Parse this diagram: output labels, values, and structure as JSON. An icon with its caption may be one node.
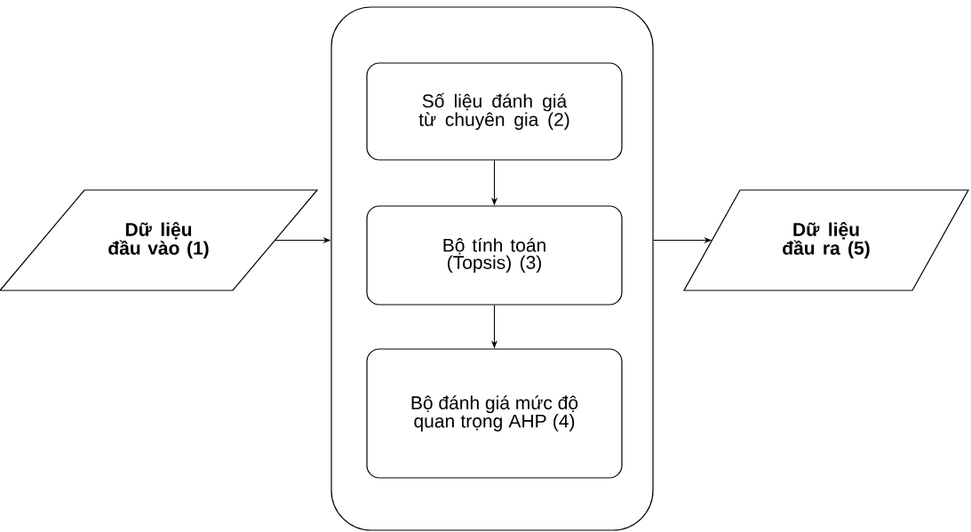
{
  "diagram": {
    "nodes": [
      {
        "text": [
          "Dữ liệu đầu vào (1)"
        ]
      },
      {
        "text": [],
        "shape": "box"
      },
      {
        "text": [
          "Số liệu đánh giá từ chuyên gia (2)"
        ],
        "in": 1
      },
      {
        "text": [
          "Bộ tính toán (Topsis) (3)"
        ],
        "in": 1
      },
      {
        "text": [
          "Bộ đánh giá mức độ quan trọng AHP (4)"
        ],
        "in": 1
      },
      {
        "text": [
          "Dữ liệu đầu ra (5)"
        ]
      }
    ],
    "edges": [
      {
        "from": 0,
        "to": 1,
        "arrow": "to"
      },
      {
        "from": 2,
        "to": 3,
        "arrow": "to"
      },
      {
        "from": 3,
        "to": 4,
        "arrow": "to"
      },
      {
        "from": 1,
        "to": 5,
        "arrow": "to"
      }
    ]
  }
}
